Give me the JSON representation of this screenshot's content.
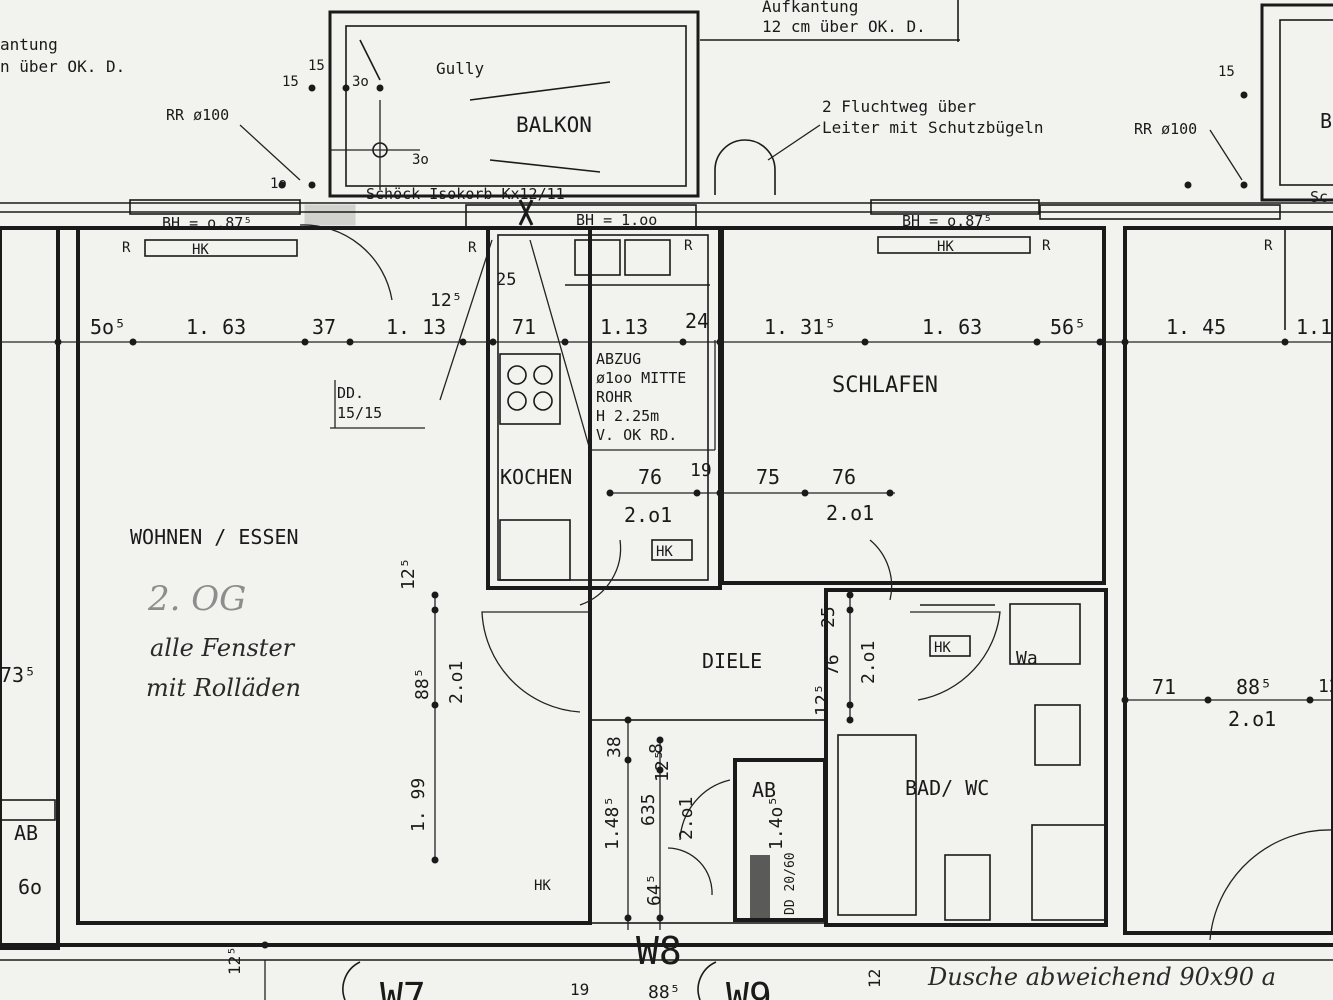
{
  "rooms": {
    "wohnen": "WOHNEN / ESSEN",
    "kochen": "KOCHEN",
    "schlafen": "SCHLAFEN",
    "diele": "DIELE",
    "bad": "BAD/ WC",
    "balkon": "BALKON",
    "ab_left": "AB",
    "ab_center": "AB"
  },
  "notes": {
    "aufkantung_left_1": "antung",
    "aufkantung_left_2": "n über OK. D.",
    "aufkantung_top_1": "Aufkantung",
    "aufkantung_top_2": "12 cm über OK. D.",
    "gully": "Gully",
    "fluchtweg_1": "2 Fluchtweg über",
    "fluchtweg_2": "Leiter mit Schutzbügeln",
    "rr_left": "RR ø100",
    "rr_right": "RR ø100",
    "schoeck": "Schöck Isokorb Kx12/11",
    "bh_left": "BH = o.87⁵",
    "bh_center": "BH = 1.oo",
    "bh_right": "BH = o.87⁵",
    "hk": "HK",
    "r": "R",
    "dd": "DD.",
    "dd_size": "15/15",
    "abzug_1": "ABZUG",
    "abzug_2": "ø1oo MITTE",
    "abzug_3": "ROHR",
    "abzug_4": "H 2.25m",
    "abzug_5": "V. OK RD.",
    "dd_small": "DD 20/60",
    "wa": "Wa",
    "sc_right": "Sc",
    "b_right": "B"
  },
  "dimensions": {
    "row1": [
      "5o⁵",
      "1. 63",
      "37",
      "1. 13",
      "12⁵",
      "71",
      "1.13",
      "24",
      "1. 31⁵",
      "1. 63",
      "56⁵",
      "1. 45",
      "1.1"
    ],
    "kochen_76": "76",
    "kochen_19": "19",
    "schlafen_75": "75",
    "schlafen_76": "76",
    "door_201_a": "2.o1",
    "door_201_b": "2.o1",
    "door_201_c": "2.o1",
    "door_201_d": "2.o1",
    "door_201_e": "2.o1",
    "v_125_a": "12⁵",
    "v_885": "88⁵",
    "v_199": "1. 99",
    "v_25": "25",
    "v_76": "76",
    "v_125_b": "12⁵",
    "v_38": "38",
    "v_1485": "1.48⁵",
    "v_635": "635",
    "v_125_c": "12⁵",
    "v_8": "8",
    "v_1405": "1.4o⁵",
    "v_645": "64⁵",
    "v_25_top": "25",
    "v_1o": "1o",
    "v_15a": "15",
    "v_15b": "15",
    "v_15c": "15",
    "v_3o_a": "3o",
    "v_3o_b": "3o",
    "r_71": "71",
    "r_885": "88⁵",
    "r_12": "12",
    "l_735": "73⁵",
    "l_6o": "6o",
    "bottom_125": "12⁵",
    "bottom_19": "19",
    "bottom_885": "88⁵",
    "bottom_12": "12"
  },
  "windows": {
    "w7": "W7",
    "w8": "W8",
    "w9": "W9"
  },
  "handwritten": {
    "floor": "2. OG",
    "note_1": "alle Fenster",
    "note_2": "mit Rolläden",
    "dusche": "Dusche abweichend 90x90 a"
  }
}
